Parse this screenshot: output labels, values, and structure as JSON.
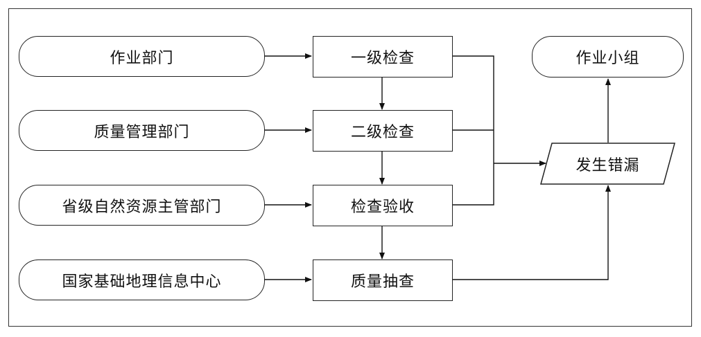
{
  "departments": [
    {
      "label": "作业部门"
    },
    {
      "label": "质量管理部门"
    },
    {
      "label": "省级自然资源主管部门"
    },
    {
      "label": "国家基础地理信息中心"
    }
  ],
  "checks": [
    {
      "label": "一级检查"
    },
    {
      "label": "二级检查"
    },
    {
      "label": "检查验收"
    },
    {
      "label": "质量抽查"
    }
  ],
  "outcome": {
    "error_label": "发生错漏",
    "team_label": "作业小组"
  }
}
